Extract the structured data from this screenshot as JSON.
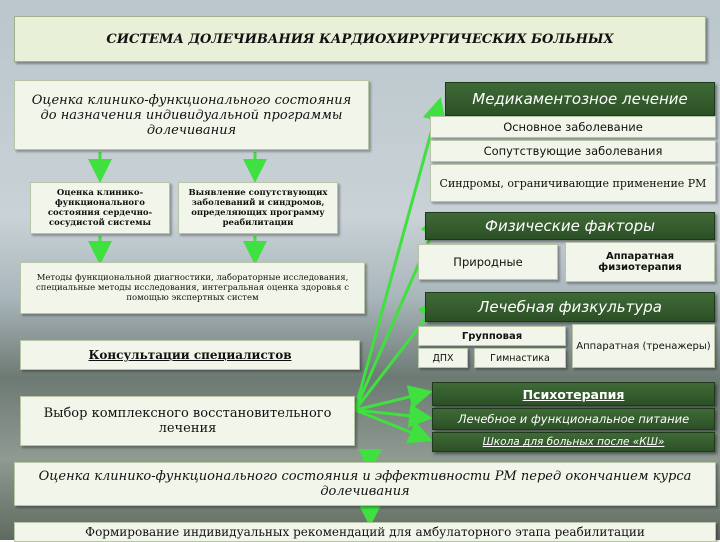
{
  "title": "СИСТЕМА ДОЛЕЧИВАНИЯ КАРДИОХИРУРГИЧЕСКИХ БОЛЬНЫХ",
  "left": {
    "assessment": "Оценка клинико-функционального состояния до назначения индивидуальной программы долечивания",
    "cardio": "Оценка клинико-функционального состояния сердечно-сосудистой системы",
    "concomitant": "Выявление сопутствующих заболеваний и синдромов, определяющих программу реабилитации",
    "methods": "Методы функциональной диагностики, лабораторные исследования, специальные методы исследования, интегральная оценка здоровья с помощью экспертных систем",
    "consult": "Консультации специалистов",
    "choice": "Выбор комплексного восстановительного лечения"
  },
  "right": {
    "drug": "Медикаментозное лечение",
    "main_disease": "Основное заболевание",
    "comorbid": "Сопутствующие заболевания",
    "syndromes": "Синдромы, ограничивающие применение РМ",
    "physical": "Физические факторы",
    "natural": "Природные",
    "hardware_physio": "Аппаратная физиотерапия",
    "lfk": "Лечебная физкультура",
    "group": "Групповая",
    "dph": "ДПХ",
    "gym": "Гимнастика",
    "hardware_sim": "Аппаратная (тренажеры)",
    "psycho": "Психотерапия",
    "nutrition": "Лечебное и функциональное питание",
    "school": "Школа для больных после «КШ»"
  },
  "bottom": {
    "final_assessment": "Оценка клинико-функционального состояния и эффективности РМ перед окончанием курса долечивания",
    "recommendations": "Формирование индивидуальных рекомендаций для амбулаторного этапа реабилитации"
  }
}
